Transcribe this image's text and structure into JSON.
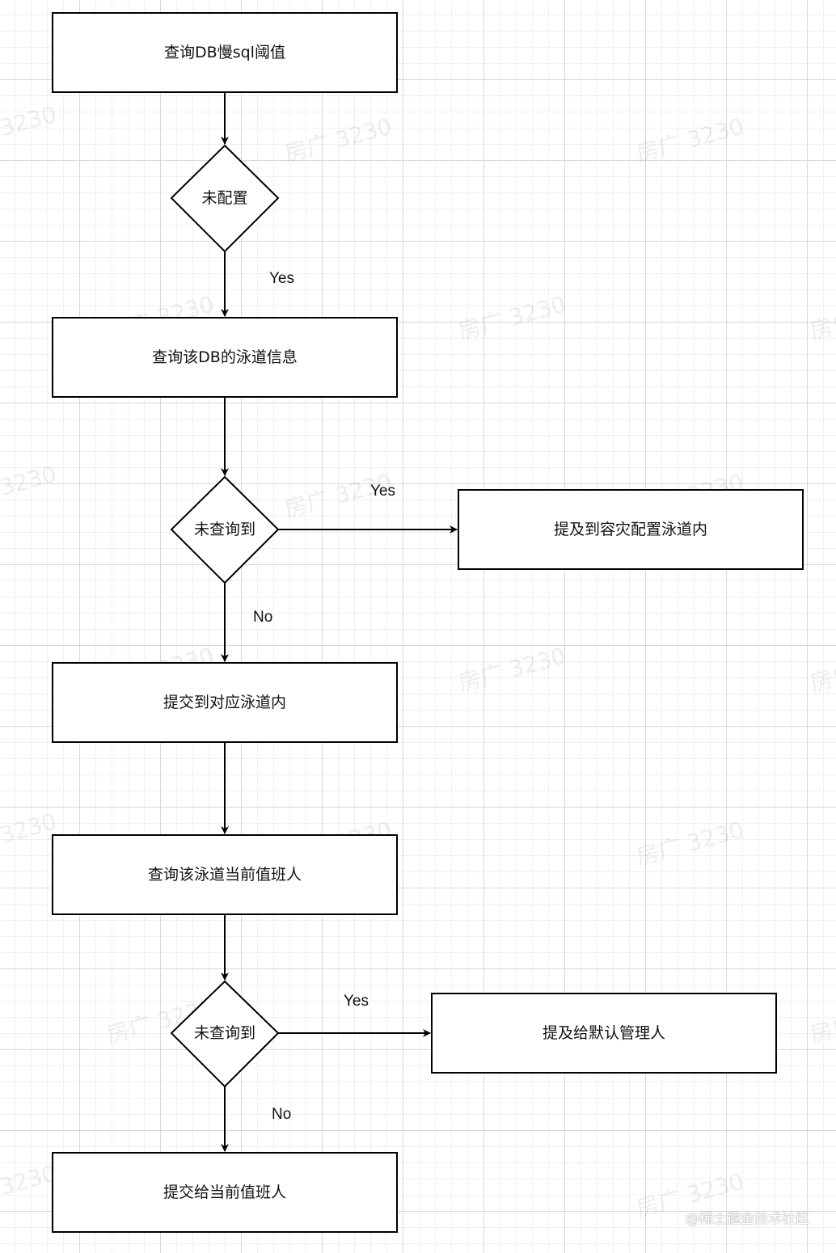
{
  "nodes": {
    "query_slow_sql_threshold": "查询DB慢sql阈值",
    "not_configured": "未配置",
    "query_db_lane_info": "查询该DB的泳道信息",
    "lane_not_found": "未查询到",
    "submit_to_dr_lane": "提及到容灾配置泳道内",
    "submit_to_lane": "提交到对应泳道内",
    "query_oncall": "查询该泳道当前值班人",
    "oncall_not_found": "未查询到",
    "submit_to_default_admin": "提及给默认管理人",
    "submit_to_oncall": "提交给当前值班人"
  },
  "edge_labels": {
    "not_configured_yes": "Yes",
    "lane_not_found_yes": "Yes",
    "lane_not_found_no": "No",
    "oncall_not_found_yes": "Yes",
    "oncall_not_found_no": "No"
  },
  "watermark": "房广 3230",
  "footer": "@稀土掘金技术社区"
}
